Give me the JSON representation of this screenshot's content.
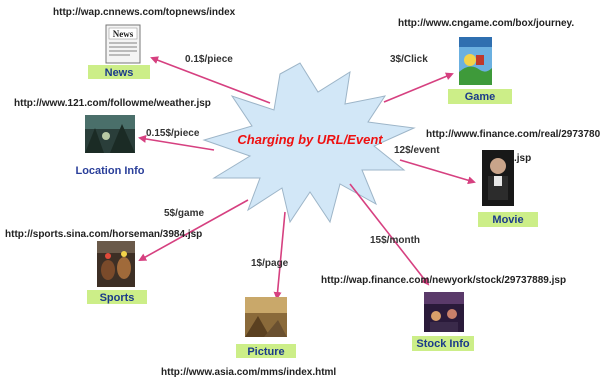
{
  "center": {
    "label": "Charging by URL/Event",
    "fill_color": "#d2e7f7",
    "stroke_color": "#9db5c8",
    "text_color": "#ee1111"
  },
  "arrow_color": "#d64080",
  "label_box_color": "#ccee88",
  "nodes": {
    "news": {
      "label": "News",
      "url": "http://wap.cnnews.com/topnews/index",
      "price": "0.1$/piece",
      "icon": "newspaper-icon"
    },
    "game": {
      "label": "Game",
      "url": "http://www.cngame.com/box/journey.",
      "price": "3$/Click",
      "icon": "game-screenshot-icon"
    },
    "location": {
      "label": "Location Info",
      "url": "http://www.121.com/followme/weather.jsp",
      "price": "0.15$/piece",
      "icon": "location-photo-icon"
    },
    "movie": {
      "label": "Movie",
      "url": "http://www.finance.com/real/2973780",
      "url_suffix": ".jsp",
      "price": "12$/event",
      "icon": "movie-poster-icon"
    },
    "sports": {
      "label": "Sports",
      "url": "http://sports.sina.com/horseman/3984.jsp",
      "price": "5$/game",
      "icon": "horse-racing-icon"
    },
    "stock": {
      "label": "Stock Info",
      "url": "http://wap.finance.com/newyork/stock/29737889.jsp",
      "price": "15$/month",
      "icon": "stock-photo-icon"
    },
    "picture": {
      "label": "Picture",
      "url": "http://www.asia.com/mms/index.html",
      "price": "1$/page",
      "icon": "picture-photo-icon"
    }
  }
}
